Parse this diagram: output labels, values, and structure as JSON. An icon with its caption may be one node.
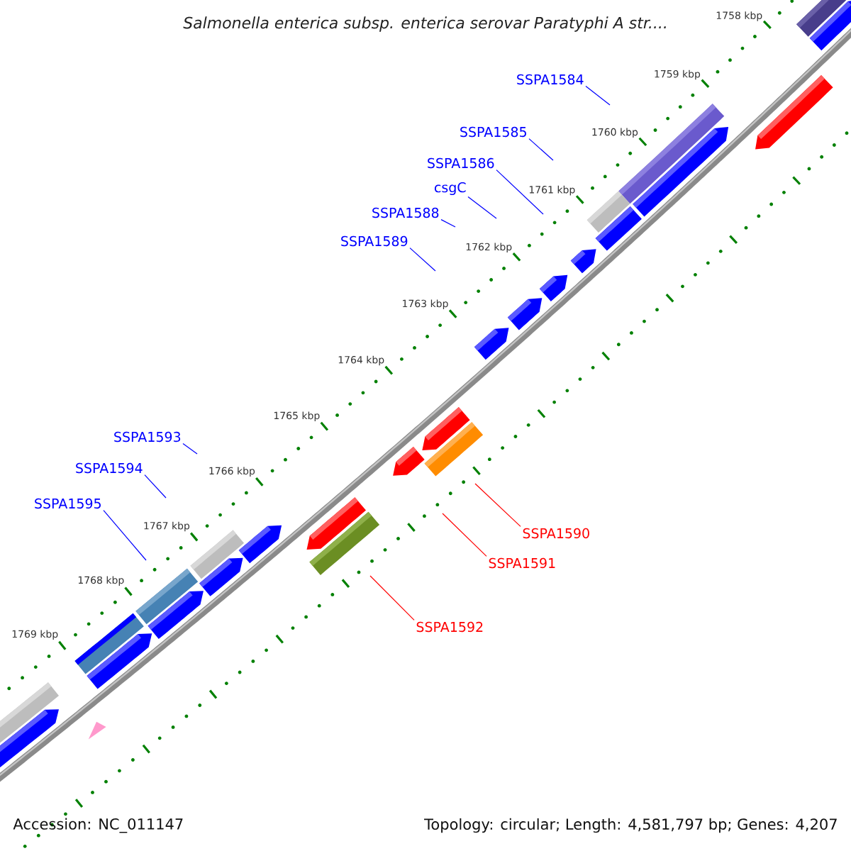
{
  "diagram": {
    "title": "Salmonella enterica subsp. enterica serovar Paratyphi A str....",
    "nodes": [
      {
        "text": [
          "SSPA1584"
        ]
      },
      {
        "text": [
          "SSPA1585"
        ]
      },
      {
        "text": [
          "SSPA1586"
        ]
      },
      {
        "text": [
          "csgC"
        ]
      },
      {
        "text": [
          "SSPA1588"
        ]
      },
      {
        "text": [
          "SSPA1589"
        ]
      },
      {
        "text": [
          "SSPA1593"
        ]
      },
      {
        "text": [
          "SSPA1594"
        ]
      },
      {
        "text": [
          "SSPA1595"
        ]
      },
      {
        "text": [
          "SSPA1590"
        ]
      },
      {
        "text": [
          "SSPA1591"
        ]
      },
      {
        "text": [
          "SSPA1592"
        ]
      }
    ],
    "edges": [
      {
        "from": 0,
        "to": null,
        "arrow": "none"
      },
      {
        "from": 1,
        "to": null,
        "arrow": "none"
      },
      {
        "from": 2,
        "to": null,
        "arrow": "none"
      },
      {
        "from": 3,
        "to": null,
        "arrow": "none"
      },
      {
        "from": 4,
        "to": null,
        "arrow": "none"
      },
      {
        "from": 5,
        "to": null,
        "arrow": "none"
      },
      {
        "from": 6,
        "to": null,
        "arrow": "none"
      },
      {
        "from": 7,
        "to": null,
        "arrow": "none"
      },
      {
        "from": 8,
        "to": null,
        "arrow": "none"
      },
      {
        "from": 9,
        "to": null,
        "arrow": "none",
        "color": "#ff0000"
      },
      {
        "from": 10,
        "to": null,
        "arrow": "none",
        "color": "#ff0000"
      },
      {
        "from": 11,
        "to": null,
        "arrow": "none",
        "color": "#ff0000"
      }
    ],
    "labels": [
      "1758 kbp",
      "1759 kbp",
      "1760 kbp",
      "1761 kbp",
      "1762 kbp",
      "1763 kbp",
      "1764 kbp",
      "1765 kbp",
      "1766 kbp",
      "1767 kbp",
      "1768 kbp",
      "1769 kbp",
      "Accession: NC_011147",
      "Topology: circular; Length: 4,581,797 bp; Genes: 4,207"
    ]
  }
}
